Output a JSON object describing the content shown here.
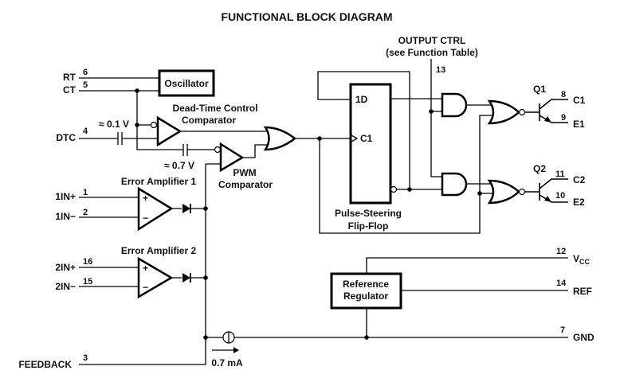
{
  "title": "FUNCTIONAL BLOCK DIAGRAM",
  "blocks": {
    "oscillator": "Oscillator",
    "dead_time_1": "Dead-Time Control",
    "dead_time_2": "Comparator",
    "pwm_1": "PWM",
    "pwm_2": "Comparator",
    "error_amp_1": "Error Amplifier 1",
    "error_amp_2": "Error Amplifier 2",
    "flip_flop_1": "Pulse-Steering",
    "flip_flop_2": "Flip-Flop",
    "ff_d": "1D",
    "ff_clk": "C1",
    "ref_reg_1": "Reference",
    "ref_reg_2": "Regulator",
    "output_ctrl_1": "OUTPUT CTRL",
    "output_ctrl_2": "(see Function Table)",
    "q1": "Q1",
    "q2": "Q2",
    "v01": "≈ 0.1 V",
    "v07": "≈ 0.7 V",
    "current": "0.7 mA",
    "plus": "+",
    "minus": "−"
  },
  "pins": {
    "rt": {
      "label": "RT",
      "num": "6"
    },
    "ct": {
      "label": "CT",
      "num": "5"
    },
    "dtc": {
      "label": "DTC",
      "num": "4"
    },
    "in1p": {
      "label": "1IN+",
      "num": "1"
    },
    "in1m": {
      "label": "1IN−",
      "num": "2"
    },
    "in2p": {
      "label": "2IN+",
      "num": "16"
    },
    "in2m": {
      "label": "2IN−",
      "num": "15"
    },
    "feedback": {
      "label": "FEEDBACK",
      "num": "3"
    },
    "output_ctrl": {
      "num": "13"
    },
    "c1": {
      "label": "C1",
      "num": "8"
    },
    "e1": {
      "label": "E1",
      "num": "9"
    },
    "c2": {
      "label": "C2",
      "num": "11"
    },
    "e2": {
      "label": "E2",
      "num": "10"
    },
    "vcc": {
      "label": "V",
      "sub": "CC",
      "num": "12"
    },
    "ref": {
      "label": "REF",
      "num": "14"
    },
    "gnd": {
      "label": "GND",
      "num": "7"
    }
  }
}
